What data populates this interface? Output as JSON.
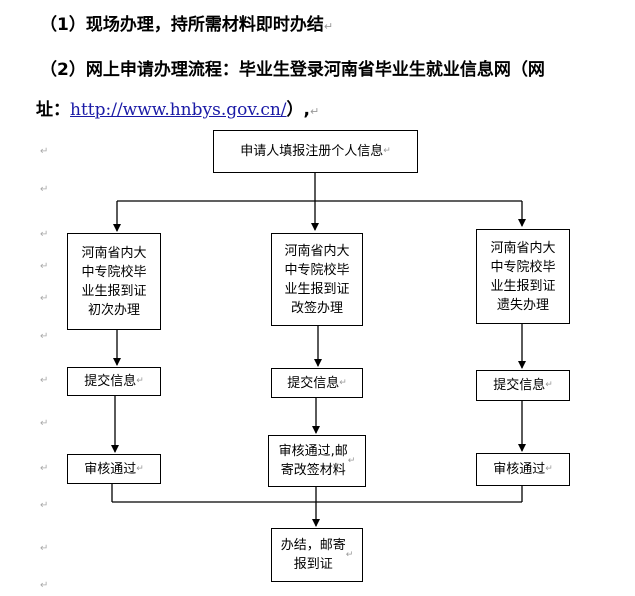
{
  "heading": {
    "line1": "（1）现场办理，持所需材料即时办结",
    "line2": "（2）网上申请办理流程：毕业生登录河南省毕业生就业信息网（网",
    "line3_prefix": "址：",
    "url": "http://www.hnbys.gov.cn/",
    "line3_suffix": "）,"
  },
  "paragraph_mark": "↵",
  "flowchart": {
    "start": "申请人填报注册个人信息",
    "branches": [
      {
        "category": "河南省内大\n中专院校毕\n业生报到证\n初次办理",
        "submit": "提交信息",
        "review": "审核通过"
      },
      {
        "category": "河南省内大\n中专院校毕\n业生报到证\n改签办理",
        "submit": "提交信息",
        "review": "审核通过,邮\n寄改签材料"
      },
      {
        "category": "河南省内大\n中专院校毕\n业生报到证\n遗失办理",
        "submit": "提交信息",
        "review": "审核通过"
      }
    ],
    "end": "办结，邮寄\n报到证"
  }
}
